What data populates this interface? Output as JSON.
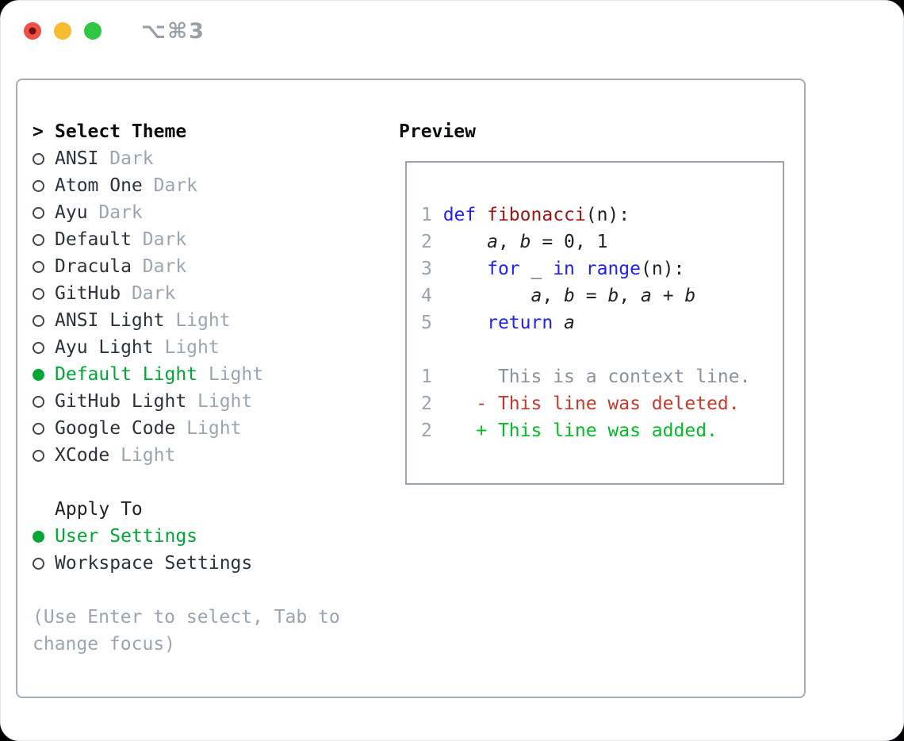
{
  "window": {
    "title": "⌥⌘3",
    "traffic_lights": [
      {
        "name": "close",
        "color": "#f05045",
        "inner_dot": "#6e120c"
      },
      {
        "name": "minimize",
        "color": "#f6bb30",
        "inner_dot": null
      },
      {
        "name": "zoom",
        "color": "#2fc644",
        "inner_dot": null
      }
    ]
  },
  "colors": {
    "accent_green": "#00a737",
    "added_green": "#06bb28",
    "deleted_red": "#c63a2e",
    "keyword_blue": "#2222ee",
    "function_red": "#a31515",
    "code_plain": "#1c2126",
    "line_number_gray": "#99a3ad",
    "context_gray": "#8a929a",
    "muted_gray": "#9aa5b0",
    "item_dark": "#2b323a"
  },
  "theme_selector": {
    "prompt": ">",
    "title": "Select Theme",
    "items": [
      {
        "name": "ANSI",
        "variant": "Dark",
        "selected": false
      },
      {
        "name": "Atom One",
        "variant": "Dark",
        "selected": false
      },
      {
        "name": "Ayu",
        "variant": "Dark",
        "selected": false
      },
      {
        "name": "Default",
        "variant": "Dark",
        "selected": false
      },
      {
        "name": "Dracula",
        "variant": "Dark",
        "selected": false
      },
      {
        "name": "GitHub",
        "variant": "Dark",
        "selected": false
      },
      {
        "name": "ANSI Light",
        "variant": "Light",
        "selected": false
      },
      {
        "name": "Ayu Light",
        "variant": "Light",
        "selected": false
      },
      {
        "name": "Default Light",
        "variant": "Light",
        "selected": true
      },
      {
        "name": "GitHub Light",
        "variant": "Light",
        "selected": false
      },
      {
        "name": "Google Code",
        "variant": "Light",
        "selected": false
      },
      {
        "name": "XCode",
        "variant": "Light",
        "selected": false
      }
    ],
    "apply_to": {
      "title": "Apply To",
      "options": [
        {
          "name": "User Settings",
          "selected": true
        },
        {
          "name": "Workspace Settings",
          "selected": false
        }
      ]
    },
    "hint": "(Use Enter to select, Tab to change focus)"
  },
  "preview": {
    "title": "Preview",
    "lines": [
      {
        "num": "1",
        "segs": [
          {
            "t": "def",
            "c": "keyword_blue"
          },
          {
            "t": " "
          },
          {
            "t": "fibonacci",
            "c": "function_red"
          },
          {
            "t": "(n):"
          }
        ]
      },
      {
        "num": "2",
        "segs": [
          {
            "t": "    "
          },
          {
            "t": "a",
            "i": true
          },
          {
            "t": ", "
          },
          {
            "t": "b",
            "i": true
          },
          {
            "t": " = 0, 1"
          }
        ]
      },
      {
        "num": "3",
        "segs": [
          {
            "t": "    "
          },
          {
            "t": "for",
            "c": "keyword_blue"
          },
          {
            "t": " _ "
          },
          {
            "t": "in",
            "c": "keyword_blue"
          },
          {
            "t": " "
          },
          {
            "t": "range",
            "c": "keyword_blue"
          },
          {
            "t": "(n):"
          }
        ]
      },
      {
        "num": "4",
        "segs": [
          {
            "t": "        "
          },
          {
            "t": "a",
            "i": true
          },
          {
            "t": ", "
          },
          {
            "t": "b",
            "i": true
          },
          {
            "t": " = "
          },
          {
            "t": "b",
            "i": true
          },
          {
            "t": ", "
          },
          {
            "t": "a",
            "i": true
          },
          {
            "t": " + "
          },
          {
            "t": "b",
            "i": true
          }
        ]
      },
      {
        "num": "5",
        "segs": [
          {
            "t": "    "
          },
          {
            "t": "return",
            "c": "keyword_blue"
          },
          {
            "t": " "
          },
          {
            "t": "a",
            "i": true
          }
        ]
      },
      {
        "num": "",
        "segs": []
      },
      {
        "num": "1",
        "segs": [
          {
            "t": "     "
          },
          {
            "t": "This is a context line.",
            "c": "context_gray"
          }
        ]
      },
      {
        "num": "2",
        "segs": [
          {
            "t": "   "
          },
          {
            "t": "- This line was deleted.",
            "c": "deleted_red"
          }
        ]
      },
      {
        "num": "2",
        "segs": [
          {
            "t": "   "
          },
          {
            "t": "+ This line was added.",
            "c": "added_green"
          }
        ]
      }
    ]
  }
}
